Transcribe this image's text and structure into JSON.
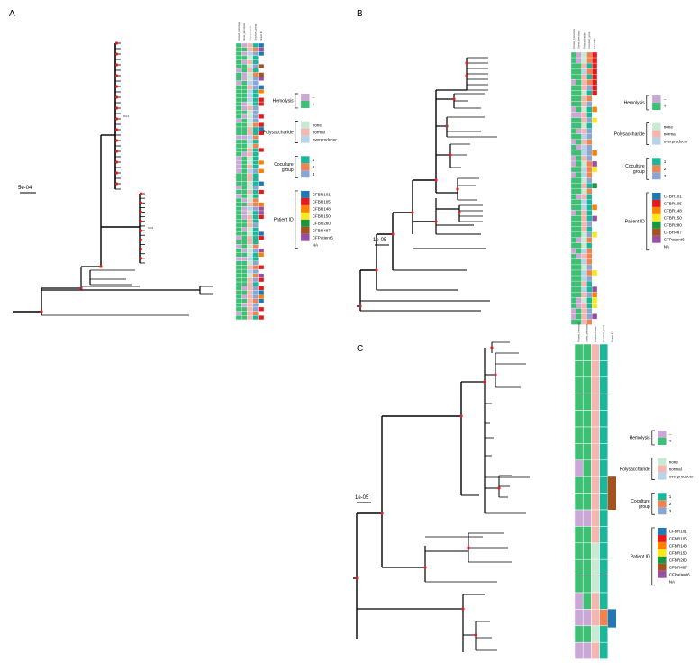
{
  "panels": {
    "A": {
      "label": "A",
      "scale": "5e-04",
      "headers": [
        "Rotated_hemolysis",
        "Stress_hemolysis",
        "Polysaccharide",
        "Coculture_group",
        "Patient ID"
      ],
      "clade_labels": [
        "CC1",
        "CC2"
      ]
    },
    "B": {
      "label": "B",
      "scale": "1e-05",
      "headers": [
        "Rotated_hemolysis",
        "Stress_hemolysis",
        "Polysaccharide",
        "Coculture_group",
        "Patient ID"
      ]
    },
    "C": {
      "label": "C",
      "scale": "1e-05",
      "headers": [
        "Rotated_hemolysis",
        "Stress_hemolysis",
        "Polysaccharide",
        "Coculture_group",
        "Patient ID"
      ]
    }
  },
  "legend": {
    "hemolysis": {
      "title": "Hemolysis",
      "items": [
        {
          "label": "–",
          "color": "#c9a8d6"
        },
        {
          "label": "+",
          "color": "#3dbf74"
        }
      ]
    },
    "polysaccharide": {
      "title": "Polysaccharide",
      "items": [
        {
          "label": "none",
          "color": "#c9ead2"
        },
        {
          "label": "normal",
          "color": "#f6b6b0"
        },
        {
          "label": "overproducer",
          "color": "#b7d3ea"
        }
      ]
    },
    "coculture": {
      "title": "Coculture\ngroup",
      "title_lines": [
        "Coculture",
        "group"
      ],
      "items": [
        {
          "label": "1",
          "color": "#1bb79a"
        },
        {
          "label": "2",
          "color": "#ef8450"
        },
        {
          "label": "3",
          "color": "#8ba6d2"
        }
      ]
    },
    "patient": {
      "title": "Patient ID",
      "items": [
        {
          "label": "CFBR101",
          "color": "#1f78b4"
        },
        {
          "label": "CFBR105",
          "color": "#e31a1c"
        },
        {
          "label": "CFBR148",
          "color": "#ff7f00"
        },
        {
          "label": "CFBR150",
          "color": "#f7e81b"
        },
        {
          "label": "CFBR280",
          "color": "#1a9641"
        },
        {
          "label": "CFBR487",
          "color": "#a6521f"
        },
        {
          "label": "CFPatient6",
          "color": "#984ea3"
        },
        {
          "label": "NA",
          "color": "#ffffff"
        }
      ]
    }
  },
  "colors": {
    "branch": "#000000",
    "node": "#e02020",
    "grid": "#ffffff"
  }
}
